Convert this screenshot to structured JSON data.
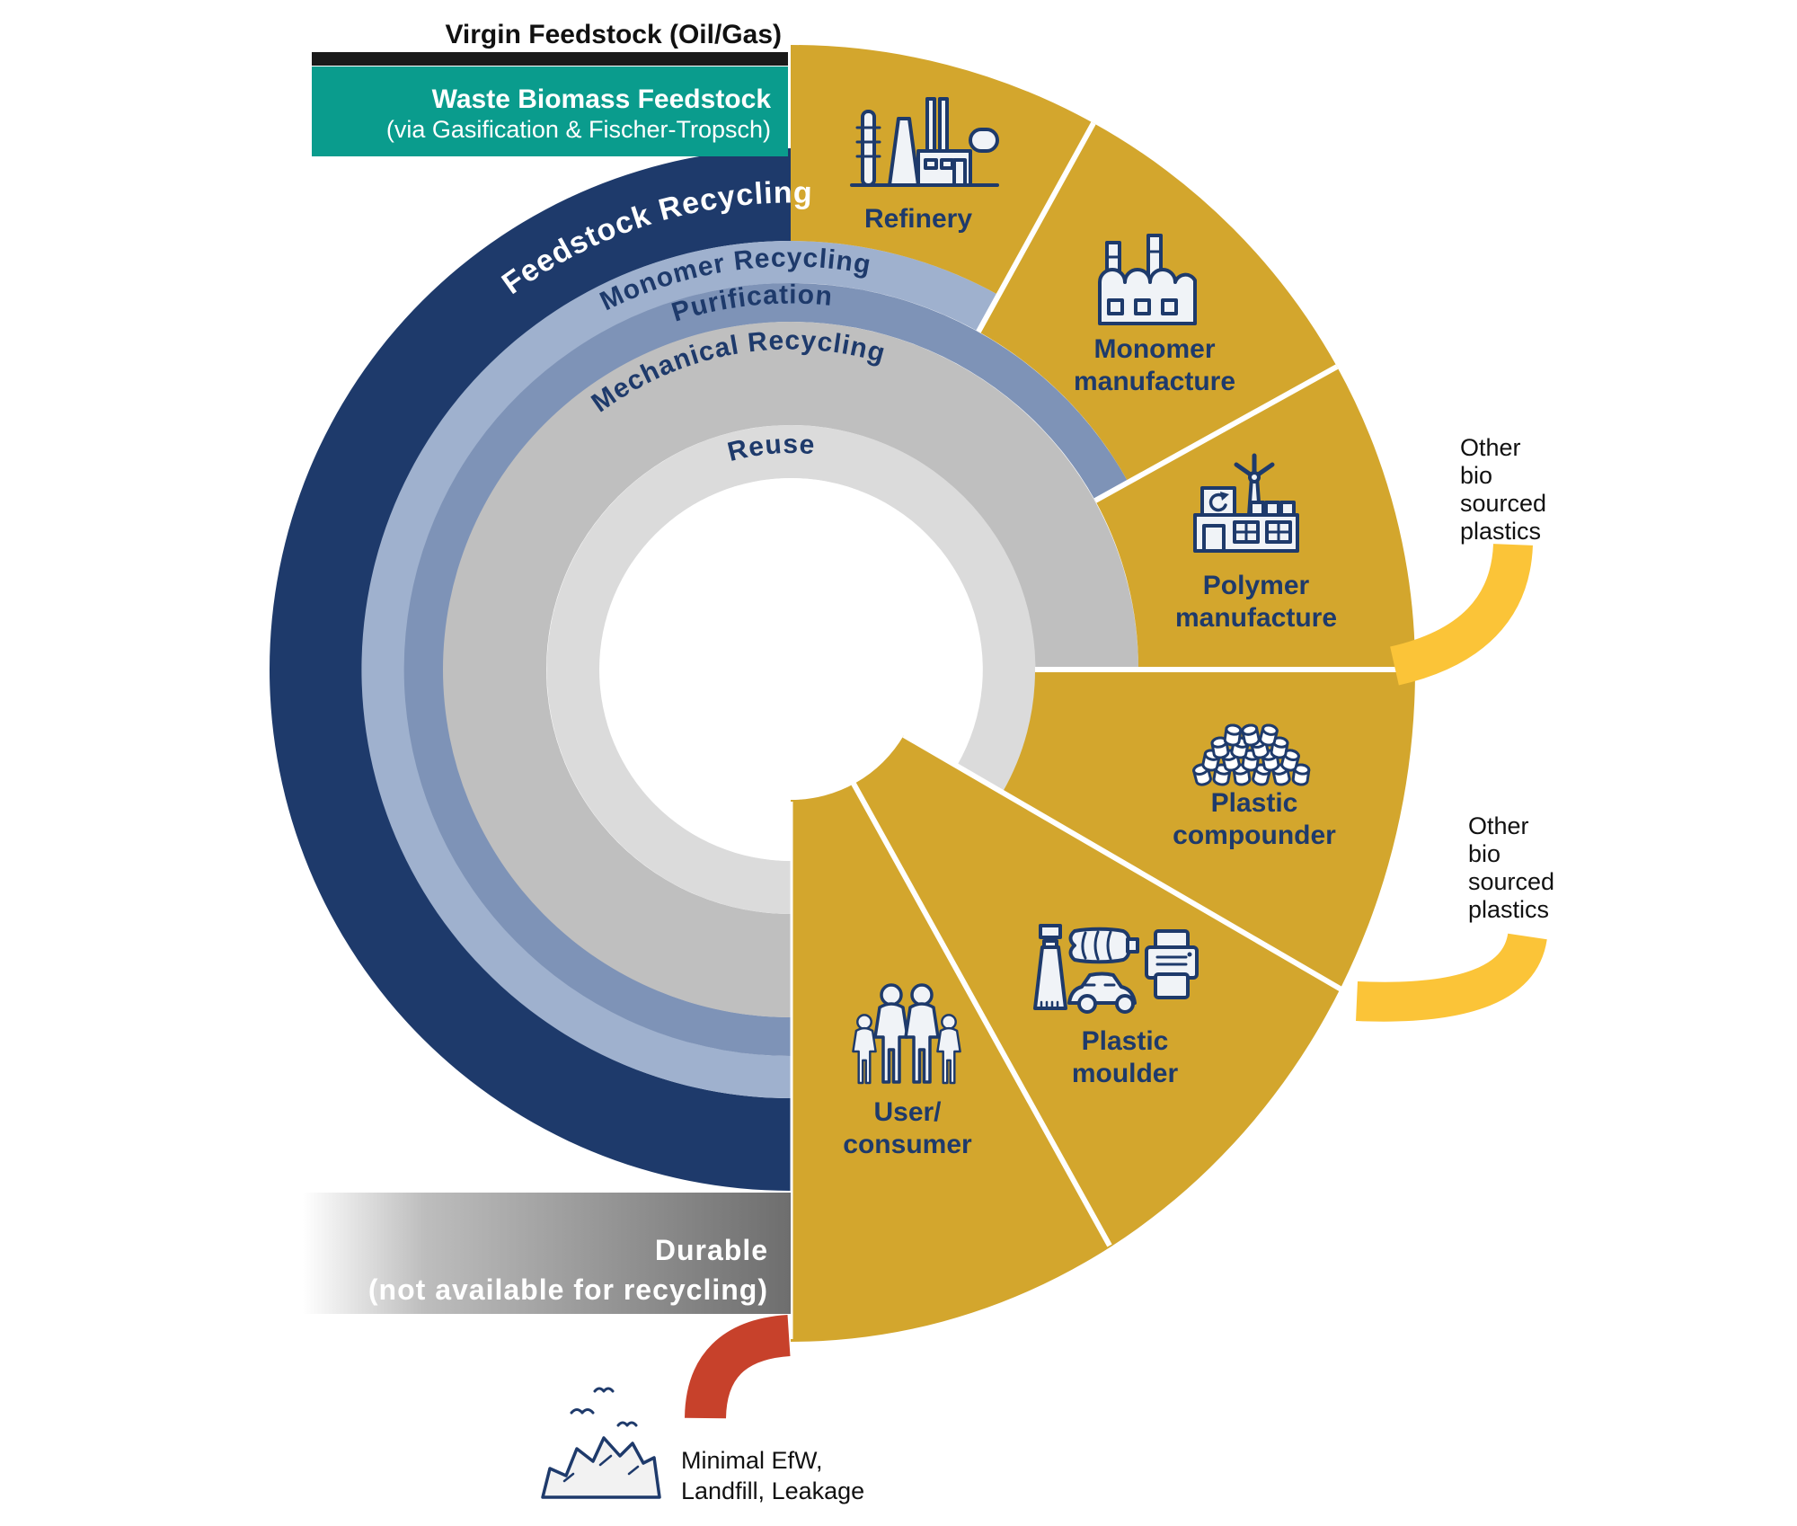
{
  "colors": {
    "gold": "#D3A62D",
    "bright_yellow": "#FBC438",
    "navy": "#1E3A6B",
    "teal": "#0A9C8D",
    "black_bar": "#1A1A1A",
    "red": "#C7412B",
    "monomer_blue": "#9FB1CE",
    "purification_blue": "#7E93B7",
    "mechanical_gray": "#BFBFBF",
    "reuse_gray": "#DBDBDB",
    "center_white": "#FFFFFF",
    "durable_gray_end": "#6E6E6E",
    "icon_fill": "#F0F3F7",
    "label_navy": "#1E3A6B",
    "text_black": "#111111"
  },
  "feedstock_bars": {
    "virgin_label": "Virgin Feedstock (Oil/Gas)",
    "waste_label": "Waste Biomass Feedstock",
    "waste_sublabel": "(via Gasification & Fischer-Tropsch)"
  },
  "recycling_rings": [
    {
      "label": "Feedstock Recycling"
    },
    {
      "label": "Monomer Recycling"
    },
    {
      "label": "Purification"
    },
    {
      "label": "Mechanical Recycling"
    },
    {
      "label": "Reuse"
    }
  ],
  "chain_segments": [
    {
      "lines": [
        "Refinery"
      ]
    },
    {
      "lines": [
        "Monomer",
        "manufacture"
      ]
    },
    {
      "lines": [
        "Polymer",
        "manufacture"
      ]
    },
    {
      "lines": [
        "Plastic",
        "compounder"
      ]
    },
    {
      "lines": [
        "Plastic",
        "moulder"
      ]
    },
    {
      "lines": [
        "User/",
        "consumer"
      ]
    }
  ],
  "bio_sourced_inflows": [
    {
      "lines": [
        "Other",
        "bio",
        "sourced",
        "plastics"
      ]
    },
    {
      "lines": [
        "Other",
        "bio",
        "sourced",
        "plastics"
      ]
    }
  ],
  "durable_outflow": {
    "lines": [
      "Durable",
      "(not available for recycling)"
    ]
  },
  "waste_outflow": {
    "lines": [
      "Minimal EfW,",
      "Landfill, Leakage"
    ]
  }
}
